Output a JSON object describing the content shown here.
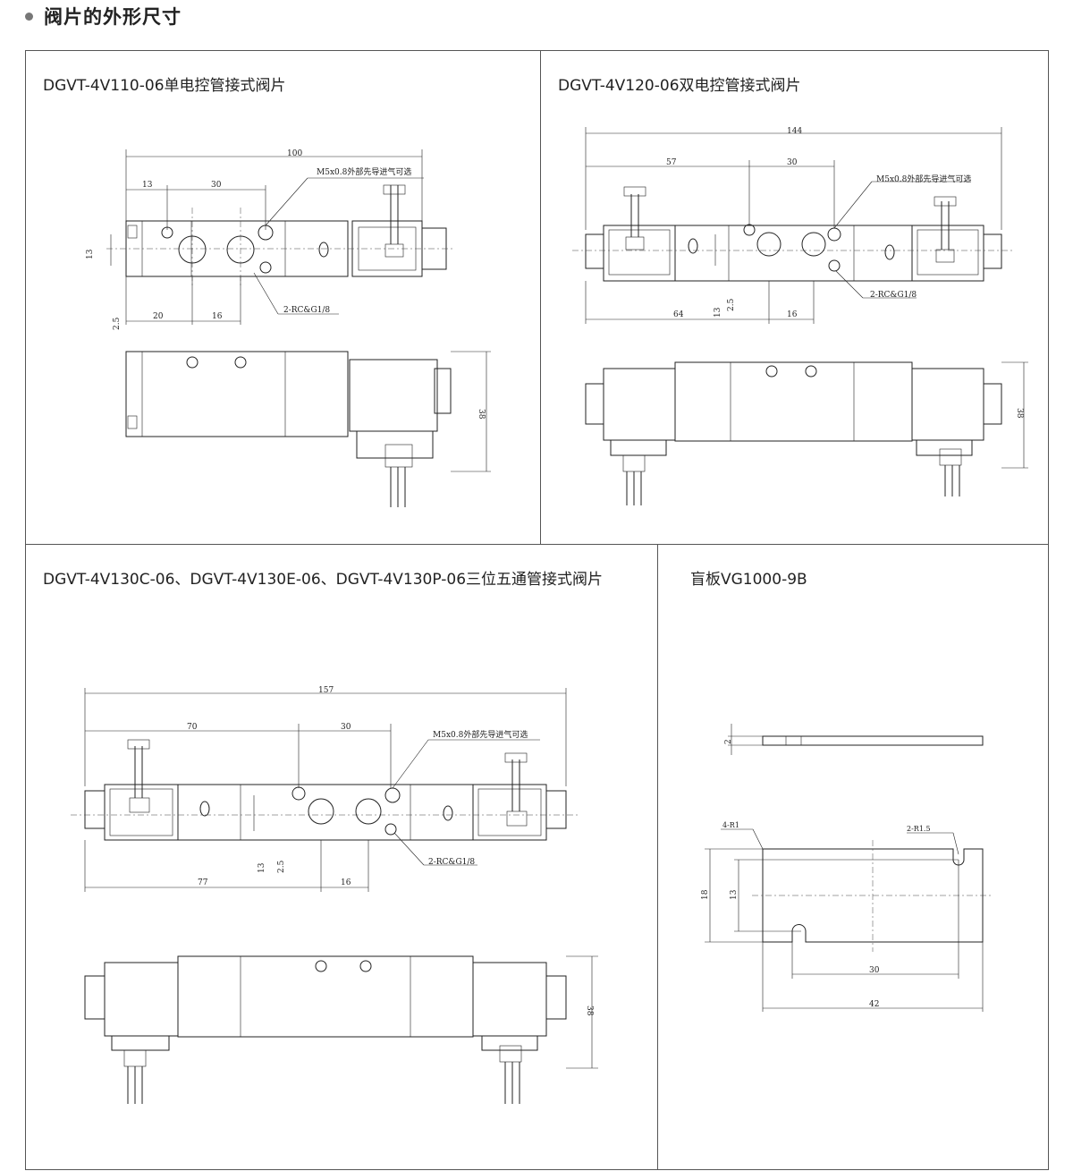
{
  "header": {
    "title": "阀片的外形尺寸"
  },
  "panels": {
    "single": {
      "title": "DGVT-4V110-06单电控管接式阀片",
      "dims": {
        "length": "100",
        "d13": "13",
        "d30": "30",
        "d20": "20",
        "d16": "16",
        "v13": "13",
        "v25": "2.5",
        "h38": "38"
      },
      "callouts": {
        "pilot": "M5x0.8外部先导进气可选",
        "ports": "2-RC&G1/8"
      }
    },
    "double": {
      "title": "DGVT-4V120-06双电控管接式阀片",
      "dims": {
        "length": "144",
        "d57": "57",
        "d30": "30",
        "d64": "64",
        "d16": "16",
        "v13": "13",
        "v25": "2.5",
        "h38": "38"
      },
      "callouts": {
        "pilot": "M5x0.8外部先导进气可选",
        "ports": "2-RC&G1/8"
      }
    },
    "three": {
      "title": "DGVT-4V130C-06、DGVT-4V130E-06、DGVT-4V130P-06三位五通管接式阀片",
      "dims": {
        "length": "157",
        "d70": "70",
        "d30": "30",
        "d77": "77",
        "d16": "16",
        "v13": "13",
        "v25": "2.5",
        "h38": "38"
      },
      "callouts": {
        "pilot": "M5x0.8外部先导进气可选",
        "ports": "2-RC&G1/8"
      }
    },
    "blank": {
      "title": "盲板VG1000-9B",
      "dims": {
        "t2": "2",
        "h18": "18",
        "h13": "13",
        "w30": "30",
        "w42": "42"
      },
      "callouts": {
        "corner": "4-R1",
        "slot": "2-R1.5"
      }
    }
  }
}
